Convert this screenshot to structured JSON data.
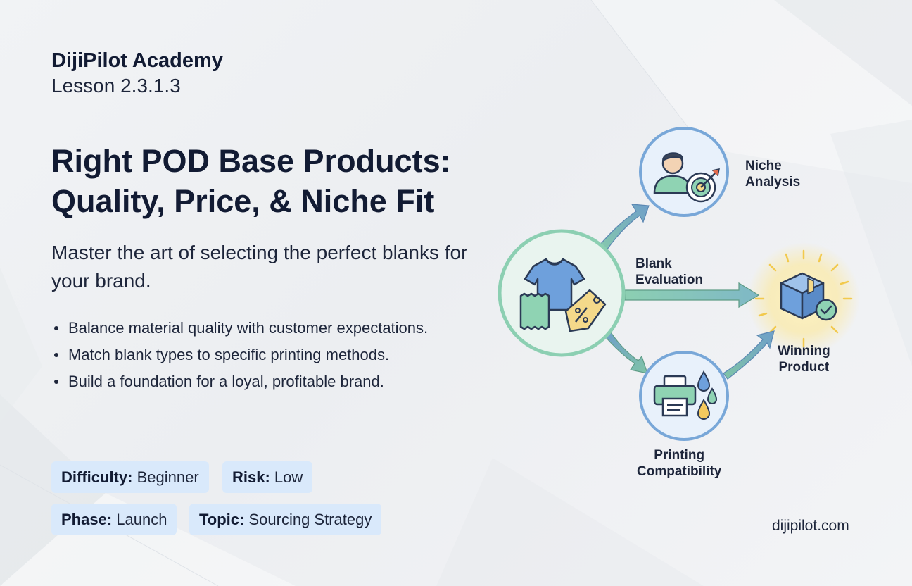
{
  "brand": "DijiPilot Academy",
  "lesson": "Lesson 2.3.1.3",
  "title": "Right POD Base Products: Quality, Price, & Niche Fit",
  "subtitle": "Master the art of selecting the perfect blanks for your brand.",
  "bullets": [
    "Balance material quality with customer expectations.",
    "Match blank types to specific printing methods.",
    "Build a foundation for a loyal, profitable brand."
  ],
  "tags": {
    "difficulty": {
      "label": "Difficulty:",
      "value": "Beginner"
    },
    "risk": {
      "label": "Risk:",
      "value": "Low"
    },
    "phase": {
      "label": "Phase:",
      "value": "Launch"
    },
    "topic": {
      "label": "Topic:",
      "value": "Sourcing Strategy"
    }
  },
  "diagram": {
    "niche_line1": "Niche",
    "niche_line2": "Analysis",
    "blank_line1": "Blank",
    "blank_line2": "Evaluation",
    "winning_line1": "Winning",
    "winning_line2": "Product",
    "printing_line1": "Printing",
    "printing_line2": "Compatibility",
    "icons": [
      "t-shirt-icon",
      "fabric-swatch-icon",
      "price-tag-icon",
      "person-icon",
      "target-icon",
      "package-icon",
      "check-icon",
      "printer-icon",
      "ink-drops-icon"
    ]
  },
  "colors": {
    "navy": "#121b33",
    "tag_bg": "#d9e9fb",
    "circle_blue": "#78a7d8",
    "circle_green": "#8ccfb2",
    "arrow_blue": "#6f9fc9",
    "arrow_green": "#7fc4a7",
    "glow_yellow": "#f6d86b"
  },
  "footer": "dijipilot.com"
}
